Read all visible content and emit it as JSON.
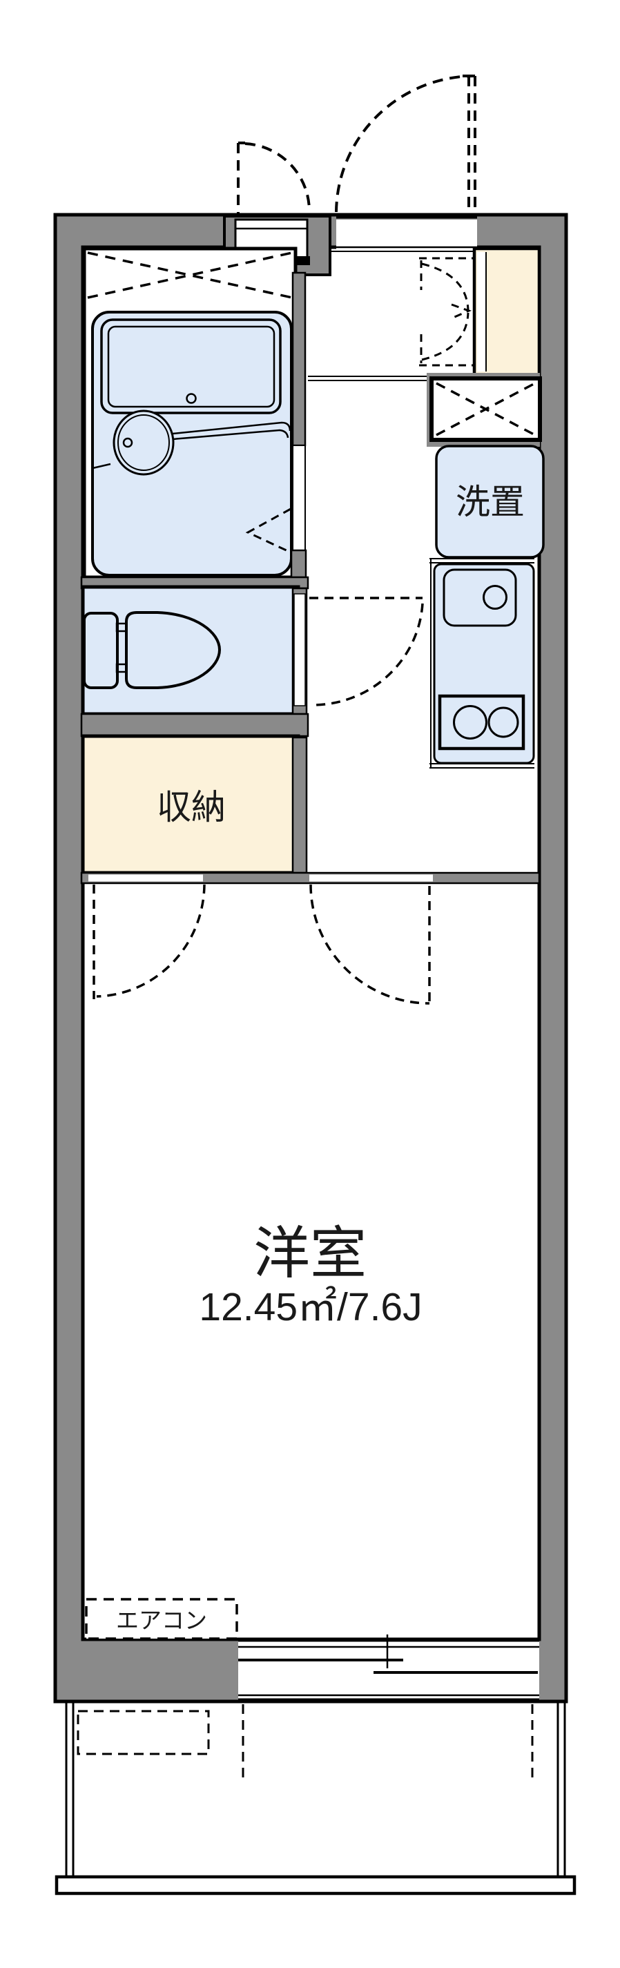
{
  "floorplan": {
    "title": "apartment floor plan",
    "labels": {
      "main_room": "洋室",
      "main_room_area": "12.45㎡/7.6J",
      "storage": "収納",
      "washer_place": "洗置",
      "aircon": "エアコン"
    },
    "colors": {
      "wall_gray": "#8a8a8a",
      "fixture_blue": "#dde9f8",
      "storage_cream": "#fcf2da",
      "line_black": "#000000",
      "background": "#ffffff"
    },
    "fixtures": [
      "bathtub",
      "washbasin",
      "toilet",
      "kitchen-sink",
      "two-burner-stove",
      "washing-machine-pan",
      "shoe-cabinet",
      "pipe-space-vent",
      "sliding-window",
      "balcony",
      "entry-door",
      "folding-bath-door",
      "hinged-doors"
    ]
  }
}
